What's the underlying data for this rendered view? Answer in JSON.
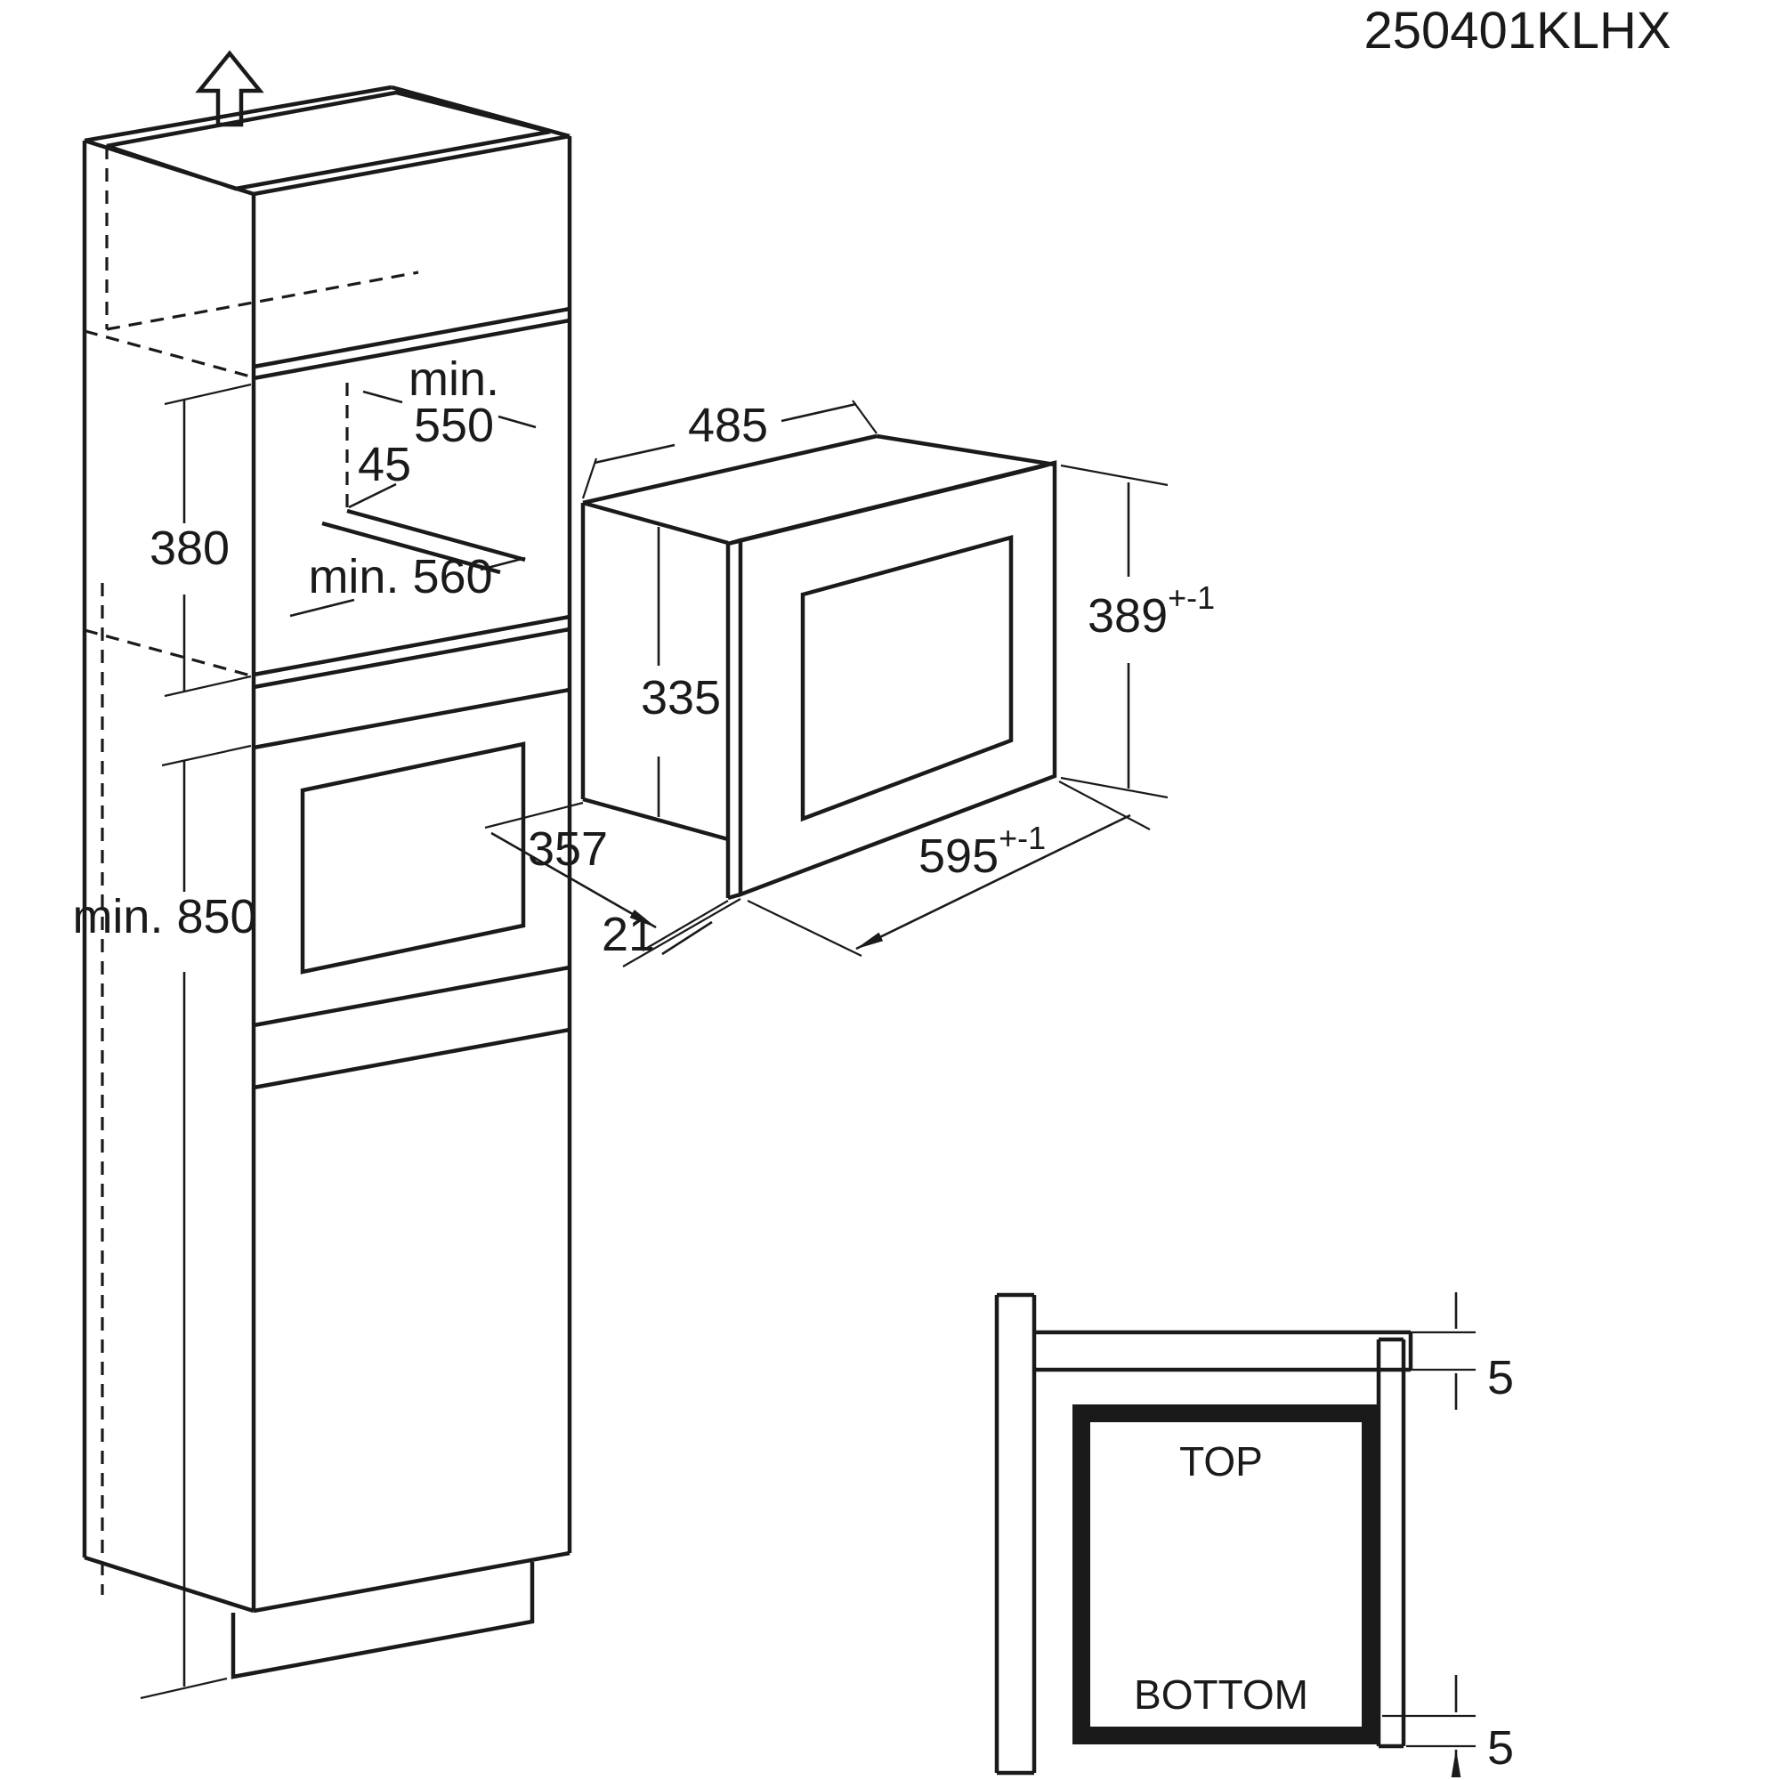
{
  "code": "250401KLHX",
  "cabinet": {
    "niche_depth_min_label": "min.",
    "niche_depth": "550",
    "rear_gap": "45",
    "niche_height": "380",
    "niche_width": "min. 560",
    "install_height": "min. 850"
  },
  "oven": {
    "depth": "485",
    "body_height": "335",
    "frame_height": "389",
    "frame_height_tolerance": "+-1",
    "frame_width": "595",
    "frame_width_tolerance": "+-1",
    "body_depth": "357",
    "frame_thickness": "21"
  },
  "detail": {
    "top_label": "TOP",
    "bottom_label": "BOTTOM",
    "gap_top": "5",
    "gap_bottom": "5"
  },
  "colors": {
    "line": "#1a1a1a",
    "background": "#ffffff"
  }
}
